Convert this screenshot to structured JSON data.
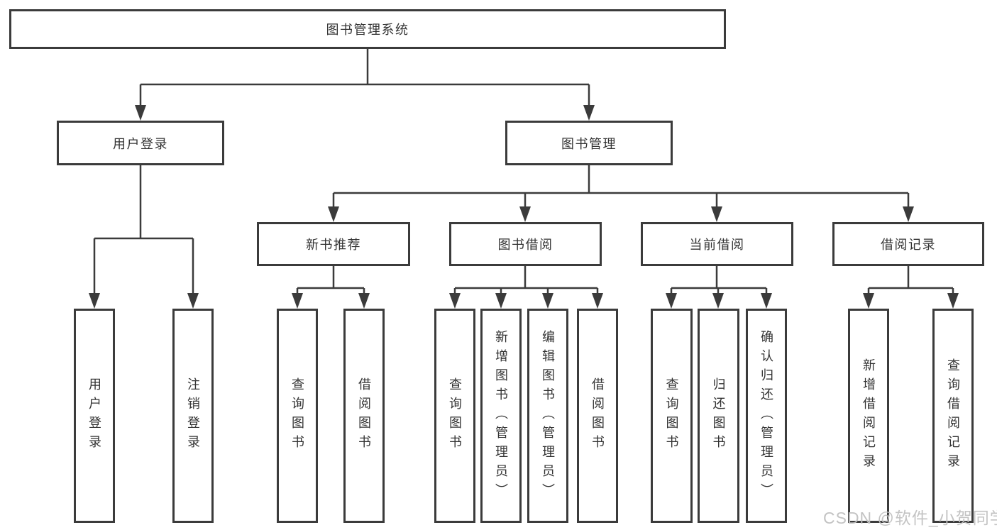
{
  "diagram_type": "hierarchy-tree",
  "tree": {
    "root": {
      "label": "图书管理系统",
      "children": [
        {
          "label": "用户登录",
          "children": [
            {
              "label": "用户登录"
            },
            {
              "label": "注销登录"
            }
          ]
        },
        {
          "label": "图书管理",
          "children": [
            {
              "label": "新书推荐",
              "children": [
                {
                  "label": "查询图书"
                },
                {
                  "label": "借阅图书"
                }
              ]
            },
            {
              "label": "图书借阅",
              "children": [
                {
                  "label": "查询图书"
                },
                {
                  "label": "新增图书（管理员）"
                },
                {
                  "label": "编辑图书（管理员）"
                },
                {
                  "label": "借阅图书"
                }
              ]
            },
            {
              "label": "当前借阅",
              "children": [
                {
                  "label": "查询图书"
                },
                {
                  "label": "归还图书"
                },
                {
                  "label": "确认归还（管理员）"
                }
              ]
            },
            {
              "label": "借阅记录",
              "children": [
                {
                  "label": "新增借阅记录"
                },
                {
                  "label": "查询借阅记录"
                }
              ]
            }
          ]
        }
      ]
    }
  },
  "watermark": {
    "text": "CSDN @软件_小贺同学"
  },
  "colors": {
    "line": "#3b3b3b",
    "box_border": "#3b3b3b",
    "text": "#333333",
    "background": "#ffffff",
    "watermark": "#c0c0c0"
  }
}
